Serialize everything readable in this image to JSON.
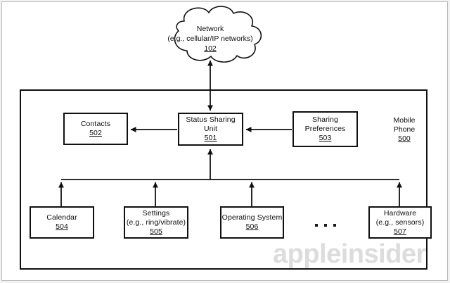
{
  "figure": {
    "watermark": "appleinsider",
    "ellipsis_dots": 3
  },
  "network": {
    "line1": "Network",
    "line2": "(e.g., cellular/IP networks)",
    "ref": "102"
  },
  "phone": {
    "label_line1": "Mobile",
    "label_line2": "Phone",
    "ref": "500"
  },
  "nodes": {
    "contacts": {
      "line1": "Contacts",
      "ref": "502"
    },
    "status_sharing_unit": {
      "line1": "Status Sharing",
      "line2": "Unit",
      "ref": "501"
    },
    "sharing_preferences": {
      "line1": "Sharing",
      "line2": "Preferences",
      "ref": "503"
    },
    "calendar": {
      "line1": "Calendar",
      "ref": "504"
    },
    "settings": {
      "line1": "Settings",
      "line2": "(e.g., ring/vibrate)",
      "ref": "505"
    },
    "operating_system": {
      "line1": "Operating System",
      "ref": "506"
    },
    "hardware": {
      "line1": "Hardware",
      "line2": "(e.g., sensors)",
      "ref": "507"
    }
  },
  "colors": {
    "stroke": "#101010",
    "page_bg": "#f2f2f2",
    "sheet_bg": "#ffffff",
    "watermark": "#dcdcdc"
  }
}
